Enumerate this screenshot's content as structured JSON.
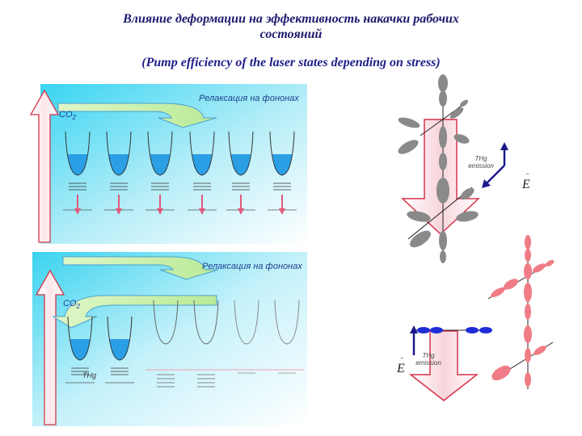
{
  "title_ru_line1": "Влияние деформации на эффективность накачки рабочих",
  "title_ru_line2": "состояний",
  "title_en": "(Pump efficiency of the laser states depending on stress)",
  "top_panel": {
    "relax_label": "Релаксация на фононах",
    "co2_label": "CO",
    "co2_sub": "2"
  },
  "bottom_panel": {
    "relax_label": "Релаксация на фононах",
    "co2_label": "CO",
    "co2_sub": "2",
    "thg_label": "THg"
  },
  "molecule_top": {
    "emission_line1": "THg",
    "emission_line2": "emission",
    "field_label": "E"
  },
  "molecule_bottom": {
    "emission_line1": "THg",
    "emission_line2": "emission",
    "field_label": "E"
  },
  "colors": {
    "panel_cyan": "#3fd6f2",
    "pump_arrow": "#d8324a",
    "green_arrow": "#c6f0a6",
    "gray_lobe": "#8a8a8a",
    "pink_lobe": "#f07c86",
    "blue_lobe": "#1f2cd6"
  }
}
